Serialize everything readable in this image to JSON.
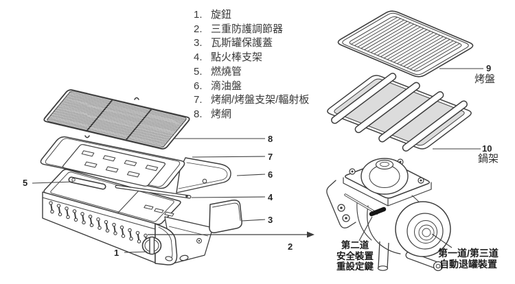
{
  "diagram": {
    "colors": {
      "line": "#3d3d3d",
      "shade": "#dcdcdc",
      "text": "#3a3a3a",
      "label_bold": "#1c1c1c"
    },
    "parts_list": [
      {
        "num": "1.",
        "label": "旋鈕"
      },
      {
        "num": "2.",
        "label": "三重防護調節器"
      },
      {
        "num": "3.",
        "label": "瓦斯罐保護蓋"
      },
      {
        "num": "4.",
        "label": "點火棒支架"
      },
      {
        "num": "5.",
        "label": "燃燒管"
      },
      {
        "num": "6.",
        "label": "滴油盤"
      },
      {
        "num": "7.",
        "label": "烤網/烤盤支架/輻射板"
      },
      {
        "num": "8.",
        "label": "烤網"
      }
    ],
    "callout_numbers": {
      "n1": "1",
      "n2": "2",
      "n3": "3",
      "n4": "4",
      "n5": "5",
      "n6": "6",
      "n7": "7",
      "n8": "8",
      "n9": "9",
      "n10": "10"
    },
    "side_part_labels": {
      "grill_pan": "烤盤",
      "pot_rack": "鍋架"
    },
    "regulator_annotations": {
      "reset_key": [
        "第二道",
        "安全裝置",
        "重設定鍵"
      ],
      "auto_eject": [
        "第一道/第三道",
        "自動退罐裝置"
      ]
    }
  }
}
